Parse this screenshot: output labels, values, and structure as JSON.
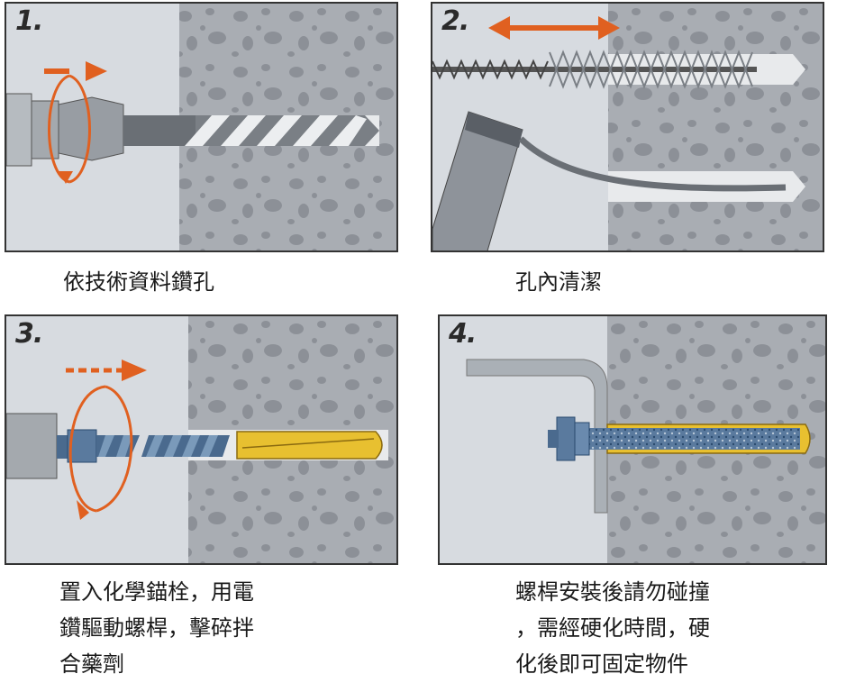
{
  "colors": {
    "background": "#d7dbe0",
    "concrete": "#a9adb3",
    "aggregate": "#8c9097",
    "arrow": "#e06020",
    "steel": "#4a6a8e",
    "resin": "#e8c030",
    "tool": "#9aa0a6",
    "border": "#333333"
  },
  "steps": [
    {
      "number": "1.",
      "caption_lines": [
        "依技術資料鑽孔"
      ],
      "icons": [
        "rotation-arrow-icon",
        "drill-icon",
        "concrete-icon"
      ]
    },
    {
      "number": "2.",
      "caption_lines": [
        "孔內清潔"
      ],
      "icons": [
        "double-arrow-icon",
        "brush-icon",
        "blower-icon",
        "concrete-icon"
      ]
    },
    {
      "number": "3.",
      "caption_lines": [
        "置入化學錨栓，用電",
        "鑽驅動螺桿，擊碎拌",
        "合藥劑"
      ],
      "icons": [
        "rotation-arrow-icon",
        "drill-icon",
        "anchor-rod-icon",
        "resin-capsule-icon",
        "concrete-icon"
      ]
    },
    {
      "number": "4.",
      "caption_lines": [
        "螺桿安裝後請勿碰撞",
        "，需經硬化時間，硬",
        "化後即可固定物件"
      ],
      "icons": [
        "bracket-icon",
        "anchor-rod-icon",
        "cured-resin-icon",
        "concrete-icon"
      ]
    }
  ]
}
